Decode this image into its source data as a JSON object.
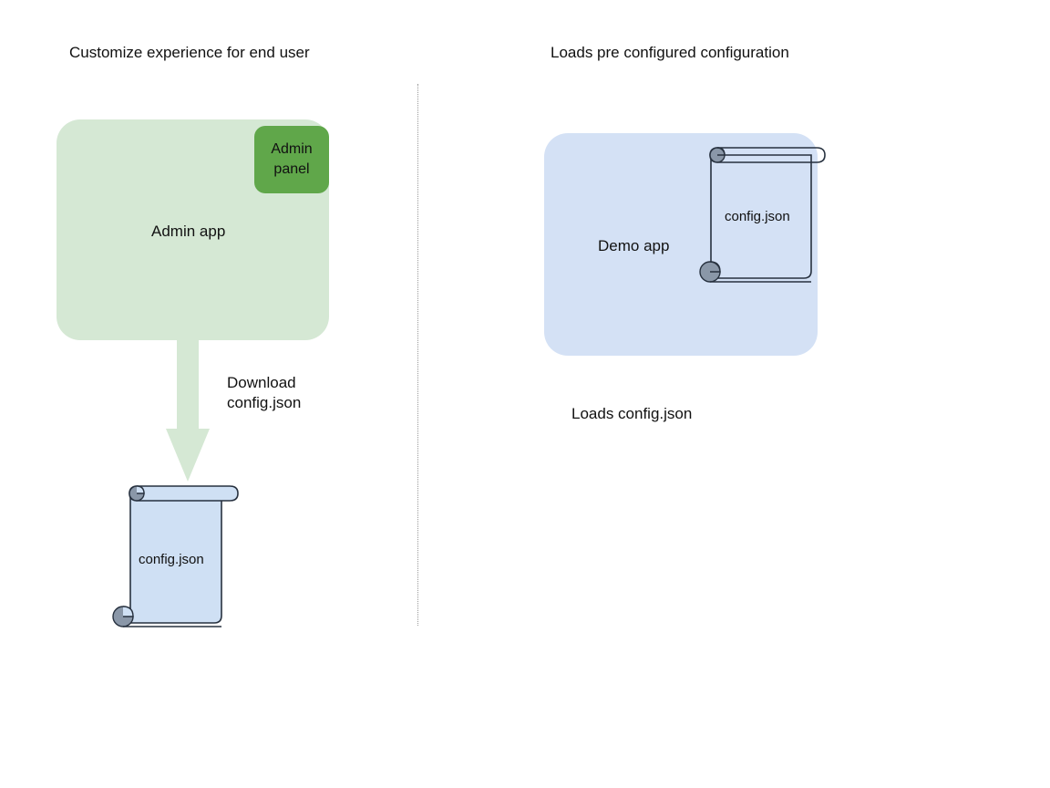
{
  "diagram": {
    "background": "#ffffff",
    "palette": {
      "light_green": "#d5e8d4",
      "dark_green": "#60a74a",
      "light_blue": "#d4e1f5",
      "scroll_fill": "#cfe0f4",
      "scroll_stroke": "#27313f",
      "roll_shadow": "#8a97a8",
      "divider": "#9a9a9a",
      "text": "#111111"
    },
    "left_column": {
      "title": "Customize experience for end user",
      "app_box": {
        "label": "Admin app",
        "panel_tile_label": "Admin panel"
      },
      "arrow": {
        "icon": "down-block-arrow-icon",
        "label": "Download\nconfig.json",
        "direction": "down"
      },
      "document": {
        "icon": "scroll-document-icon",
        "label": "config.json"
      }
    },
    "right_column": {
      "title": "Loads pre configured configuration",
      "app_box": {
        "label": "Demo app"
      },
      "document": {
        "icon": "scroll-document-icon",
        "label": "config.json"
      },
      "caption": "Loads config.json"
    },
    "divider": {
      "icon": "vertical-dotted-divider-icon",
      "style": "dotted"
    }
  }
}
